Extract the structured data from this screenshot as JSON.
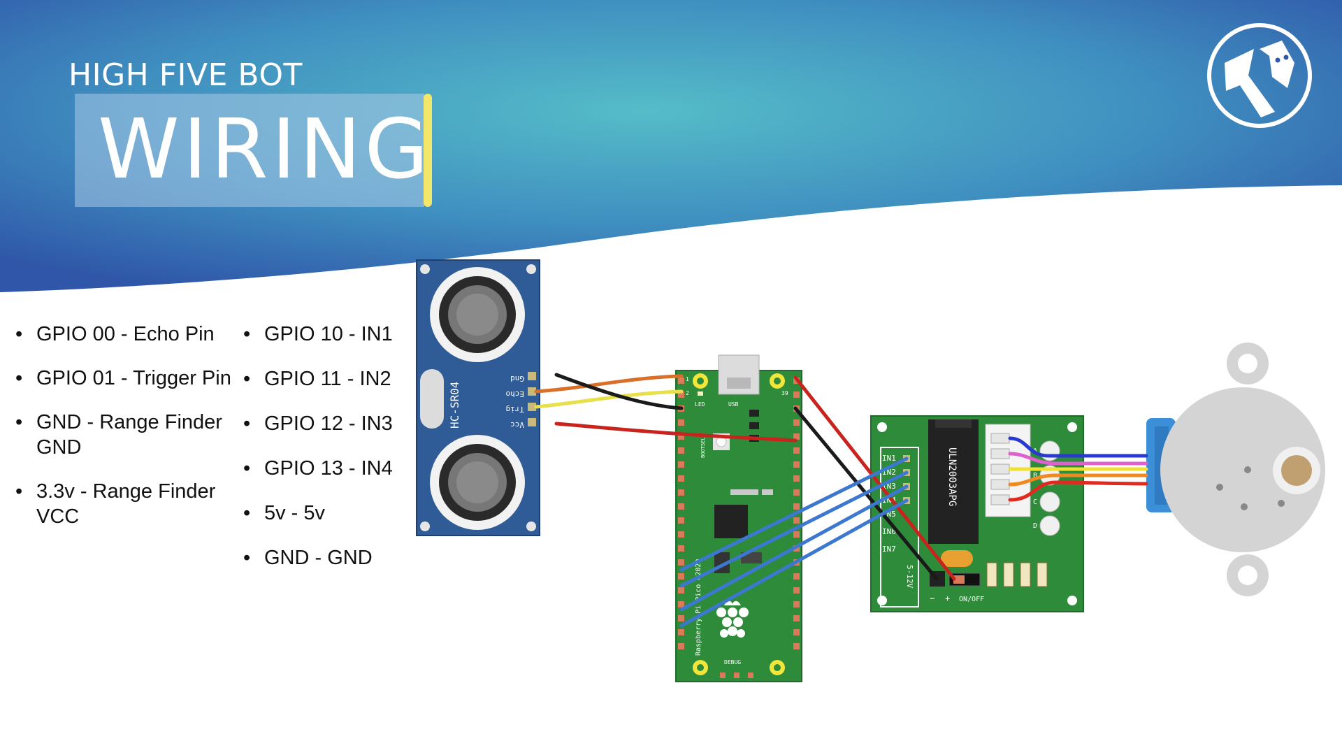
{
  "header": {
    "subtitle": "HIGH FIVE BOT",
    "title": "WIRING"
  },
  "pin_list_left": [
    {
      "text": "GPIO 00 - Echo Pin"
    },
    {
      "text": "GPIO 01 - Trigger Pin"
    },
    {
      "text": "GND - Range Finder GND"
    },
    {
      "text": "3.3v - Range Finder VCC"
    }
  ],
  "pin_list_right": [
    {
      "text": "GPIO 10 - IN1"
    },
    {
      "text": "GPIO 11 - IN2"
    },
    {
      "text": "GPIO 12 - IN3"
    },
    {
      "text": "GPIO 13 - IN4"
    },
    {
      "text": "5v - 5v"
    },
    {
      "text": "GND - GND"
    }
  ],
  "sensor": {
    "name": "HC-SR04",
    "pins": [
      "Gnd",
      "Echo",
      "Trig",
      "Vcc"
    ]
  },
  "pico": {
    "labels": [
      "LED",
      "USB",
      "BOOTSEL",
      "DEBUG",
      "Raspberry Pi Pico ©2020"
    ],
    "pin_numbers": [
      "1",
      "2",
      "39"
    ]
  },
  "driver": {
    "chip": "ULN2003APG",
    "inputs": [
      "IN1",
      "IN2",
      "IN3",
      "IN4",
      "IN5",
      "IN6",
      "IN7"
    ],
    "power_label": "5-12V",
    "switch_label": "ON/OFF",
    "polarity": [
      "−",
      "+"
    ],
    "led_labels": [
      "A",
      "B",
      "C",
      "D"
    ]
  },
  "colors": {
    "header_dark": "#2f56a8",
    "header_light": "#55bcc8",
    "accent_yellow": "#f2e66b",
    "pcb_green": "#2e8b3a",
    "sensor_blue": "#2f5b96",
    "wire_black": "#1a1a1a",
    "wire_orange": "#d9702a",
    "wire_yellow": "#e8e04a",
    "wire_red": "#c8241e",
    "wire_blue": "#3d78d0"
  }
}
